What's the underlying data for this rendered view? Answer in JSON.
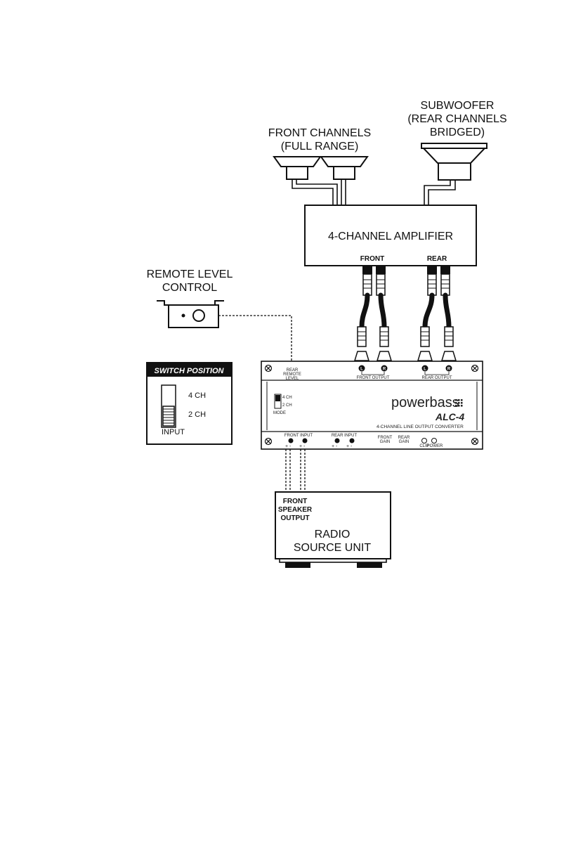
{
  "labels": {
    "front_channels": [
      "FRONT CHANNELS",
      "(FULL RANGE)"
    ],
    "subwoofer": [
      "SUBWOOFER",
      "(REAR CHANNELS",
      "BRIDGED)"
    ],
    "amplifier": "4-CHANNEL AMPLIFIER",
    "amp_front": "FRONT",
    "amp_rear": "REAR",
    "remote": [
      "REMOTE LEVEL",
      "CONTROL"
    ],
    "switch_title": "SWITCH POSITION",
    "switch_4ch": "4 CH",
    "switch_2ch": "2 CH",
    "switch_input": "INPUT",
    "source_speaker_output": [
      "FRONT",
      "SPEAKER",
      "OUTPUT"
    ],
    "source_unit": [
      "RADIO",
      "SOURCE UNIT"
    ]
  },
  "converter": {
    "brand": "powerbass",
    "model": "ALC-4",
    "subtitle": "4-CHANNEL LINE OUTPUT CONVERTER",
    "rear_remote_level": [
      "REAR",
      "REMOTE",
      "LEVEL"
    ],
    "front_output": "FRONT OUTPUT",
    "rear_output": "REAR OUTPUT",
    "l": "L",
    "r": "R",
    "mode": "MODE",
    "mode_4ch": "4 CH",
    "mode_2ch": "2 CH",
    "front_input": "FRONT INPUT",
    "rear_input": "REAR INPUT",
    "plus_minus": "+ -",
    "front_gain": [
      "FRONT",
      "GAIN"
    ],
    "rear_gain": [
      "REAR",
      "GAIN"
    ],
    "clip": "CLIP",
    "power": "POWER"
  }
}
